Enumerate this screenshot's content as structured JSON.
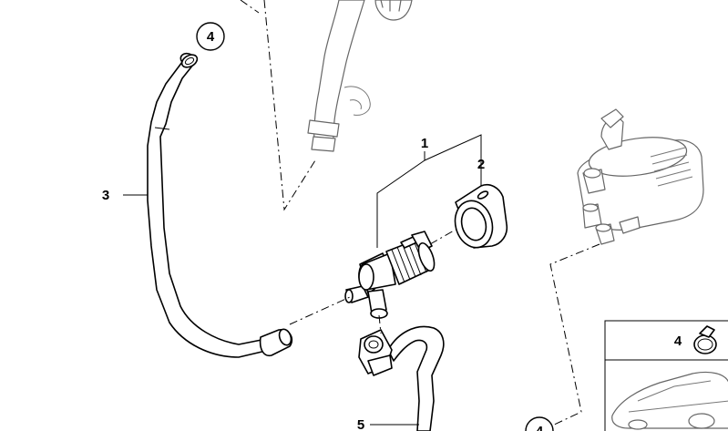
{
  "callouts": {
    "part_1": "1",
    "part_2": "2",
    "part_3": "3",
    "part_4_circle_top": "4",
    "part_4_circle_bottom": "4",
    "part_5": "5",
    "inset_4": "4"
  }
}
